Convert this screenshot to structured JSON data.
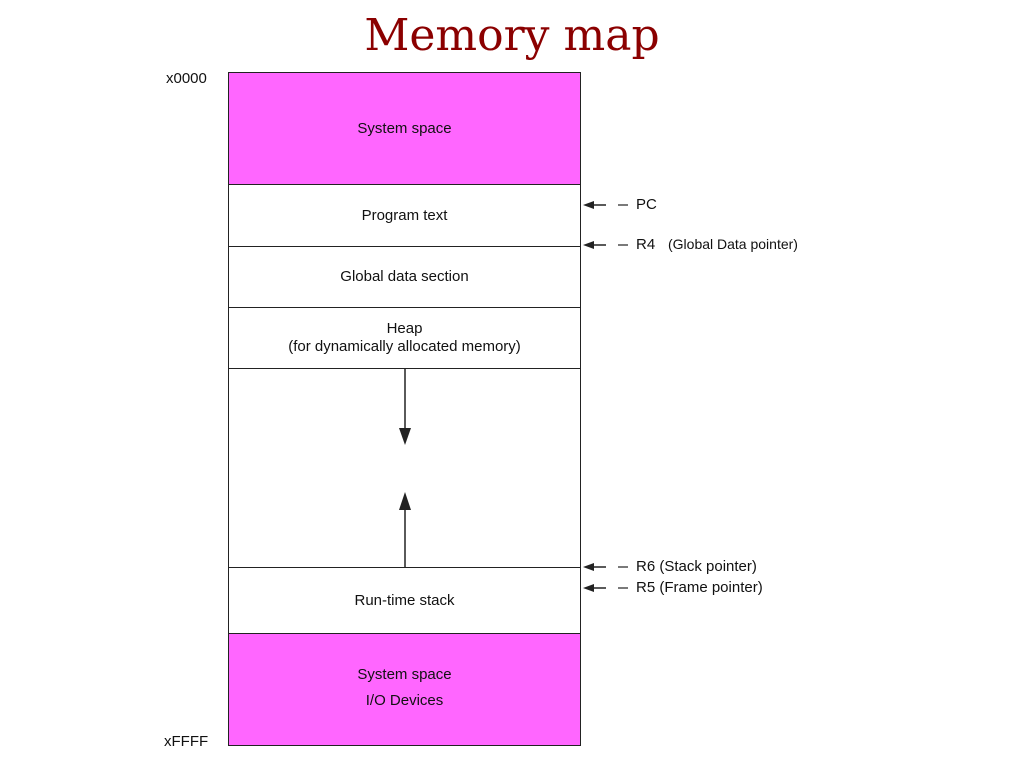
{
  "title": "Memory map",
  "addresses": {
    "top": "x0000",
    "bottom": "xFFFF"
  },
  "segments": {
    "system_top": "System space",
    "program_text": "Program text",
    "global_data": "Global data section",
    "heap_line1": "Heap",
    "heap_line2": "(for dynamically allocated memory)",
    "runtime_stack": "Run-time stack",
    "system_bottom": "System space",
    "io_devices": "I/O Devices"
  },
  "pointers": {
    "pc": "PC",
    "r4": "R4",
    "r4_desc": "(Global Data pointer)",
    "r6": "R6 (Stack pointer)",
    "r5": "R5 (Frame pointer)"
  },
  "colors": {
    "title": "#8b0000",
    "system_space": "#ff66ff"
  }
}
